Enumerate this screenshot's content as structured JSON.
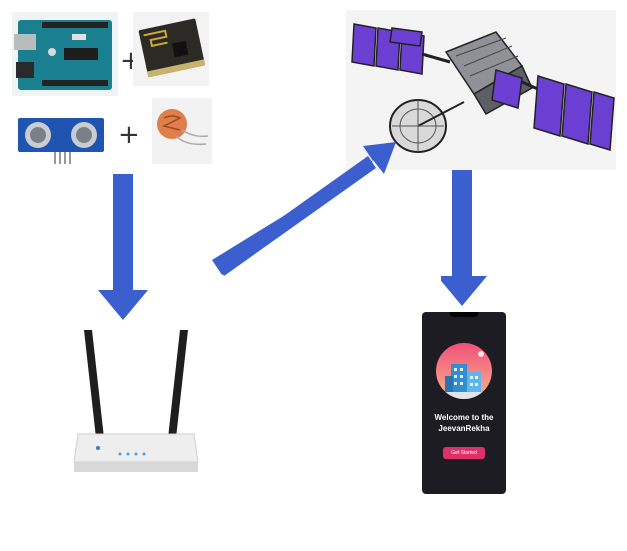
{
  "plus_sign": "+",
  "phone": {
    "welcome_line1": "Welcome to the",
    "welcome_line2": "JeevanRekha",
    "button_label": "Get Started"
  },
  "colors": {
    "arrow": "#3b5fce",
    "phone_bg": "#1c1c22",
    "accent": "#e0306a",
    "solar_panel": "#6a3fd1"
  },
  "icons": [
    "arduino-board-icon",
    "esp8266-module-icon",
    "ultrasonic-sensor-icon",
    "ldr-sensor-icon",
    "satellite-icon",
    "wifi-router-icon",
    "smartphone-icon"
  ]
}
